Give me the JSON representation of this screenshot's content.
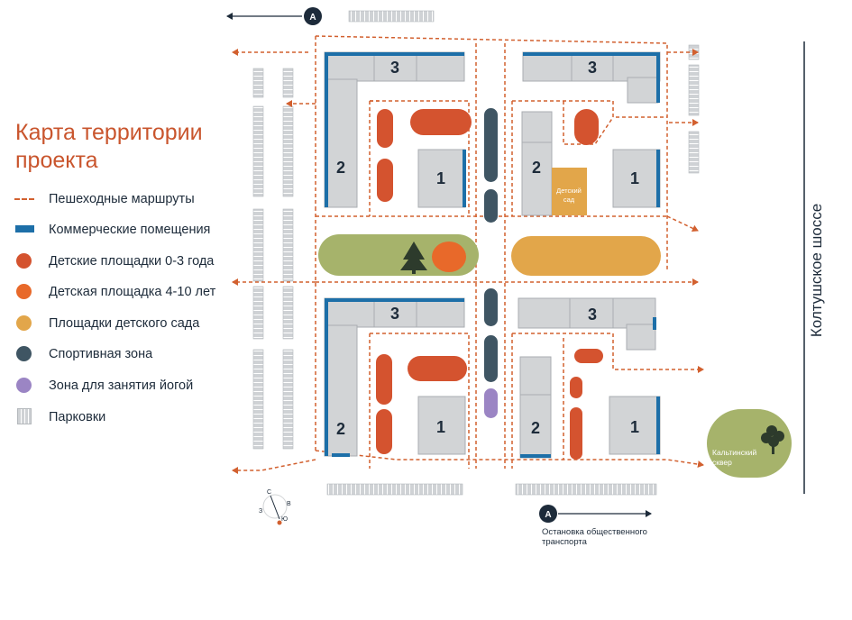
{
  "legend": {
    "title": "Карта территории\nпроекта",
    "items": [
      {
        "label": "Пешеходные маршруты",
        "symbol": "route",
        "color": "#d2602f"
      },
      {
        "label": "Коммерческие помещения",
        "symbol": "commercial",
        "color": "#1d6fa8"
      },
      {
        "label": "Детские площадки 0-3 года",
        "symbol": "dot",
        "color": "#d4532f"
      },
      {
        "label": "Детская площадка 4-10 лет",
        "symbol": "dot",
        "color": "#e8692a"
      },
      {
        "label": "Площадки детского сада",
        "symbol": "dot",
        "color": "#e2a64a"
      },
      {
        "label": "Спортивная зона",
        "symbol": "dot",
        "color": "#3f5563"
      },
      {
        "label": "Зона для занятия йогой",
        "symbol": "dot",
        "color": "#9b85c4"
      },
      {
        "label": "Парковки",
        "symbol": "parking",
        "color": "#cfd2d5"
      }
    ]
  },
  "map": {
    "road_label": "Колтушское шоссе",
    "building_numbers": {
      "one": "1",
      "two": "2",
      "three": "3"
    },
    "kindergarten_label": "Детский\nсад",
    "park_label": "Кальтинский\nсквер",
    "stop_marker": "А",
    "stop_label": "Остановка общественного транспорта",
    "compass_letters": [
      "С",
      "В",
      "Ю",
      "З"
    ],
    "colors": {
      "building": "#d2d4d6",
      "building_stroke": "#a9adb1",
      "commercial": "#1d6fa8",
      "route": "#d2602f",
      "lawn": "#a6b36b",
      "kindergarten_playground": "#e2a64a",
      "sport": "#3f5563",
      "yoga": "#9b85c4",
      "playground_0_3": "#d4532f",
      "playground_4_10": "#e8692a",
      "marker": "#1d2b3a"
    }
  }
}
